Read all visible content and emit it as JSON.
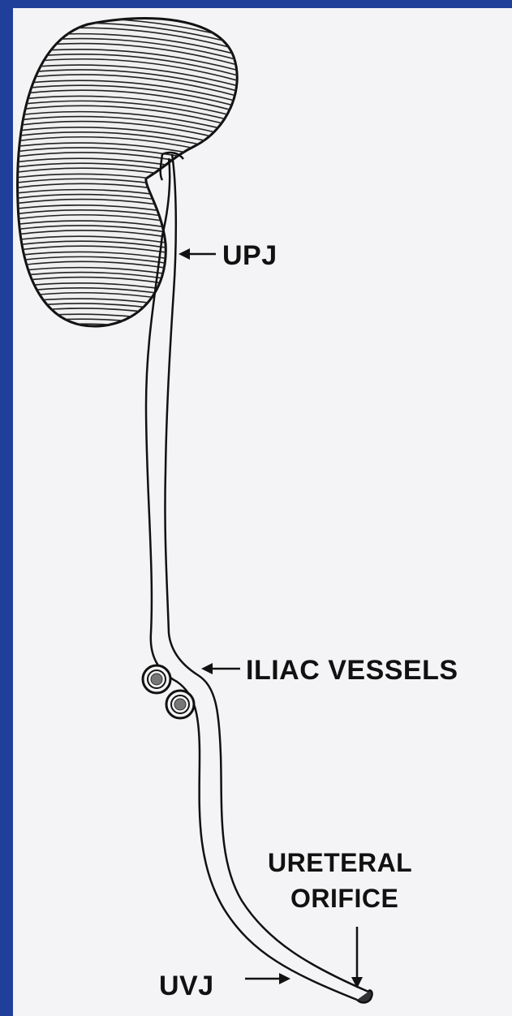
{
  "labels": {
    "upj": "UPJ",
    "iliac": "ILIAC VESSELS",
    "ureteral_line1": "URETERAL",
    "ureteral_line2": "ORIFICE",
    "uvj": "UVJ"
  },
  "colors": {
    "frame": "#1f3f9a",
    "panel": "#f4f4f6",
    "ink": "#111111"
  }
}
